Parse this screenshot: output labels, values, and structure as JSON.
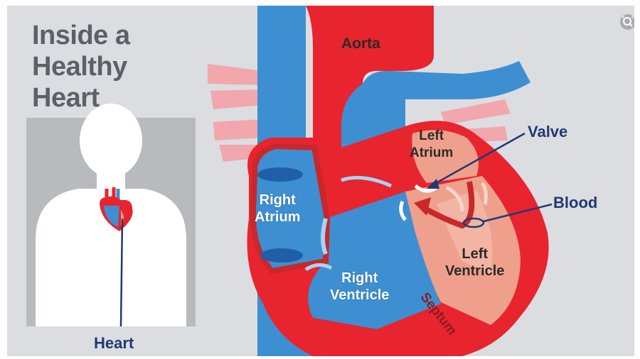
{
  "title": "Inside a\nHealthy\nHeart",
  "labels": {
    "aorta": "Aorta",
    "left_atrium": "Left\nAtrium",
    "valve": "Valve",
    "blood": "Blood",
    "right_atrium": "Right\nAtrium",
    "right_ventricle": "Right\nVentricle",
    "left_ventricle": "Left\nVentricle",
    "septum": "Septum",
    "heart": "Heart"
  },
  "icons": {
    "zoom": "zoom-icon"
  },
  "colors": {
    "background": "#dcdde1",
    "oxygenated_red": "#e8242e",
    "deoxygenated_blue": "#3d8fd1",
    "muscle_salmon": "#eea08c",
    "chamber_dark_red": "#c8282b",
    "navy_label": "#1f3a73",
    "silhouette": "#ffffff",
    "silhouette_frame": "#b9babd",
    "title_gray": "#5e6066"
  }
}
